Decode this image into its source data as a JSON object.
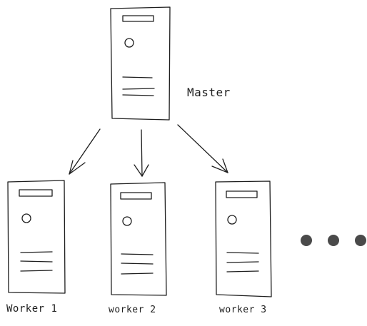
{
  "diagram": {
    "master": {
      "label": "Master"
    },
    "workers": [
      {
        "label": "Worker 1"
      },
      {
        "label": "worker 2"
      },
      {
        "label": "worker 3"
      }
    ],
    "more_indicator": "ellipsis-dots",
    "stroke_color": "#1e1e1e",
    "dot_color": "#4a4a4a"
  }
}
